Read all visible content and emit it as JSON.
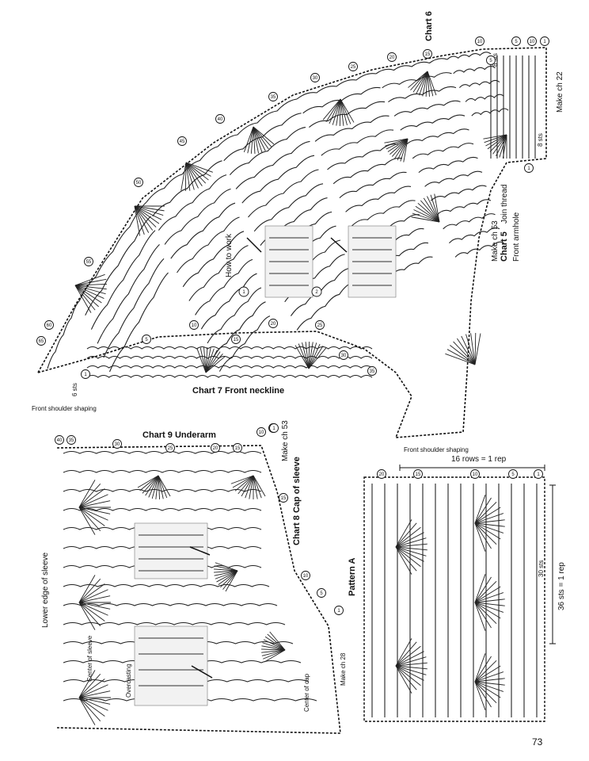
{
  "labels": {
    "chart6": "Chart 6",
    "make_ch_22": "Make ch 22",
    "sts_8_top": "8 sts",
    "sts_8_mid": "8 sts",
    "join_thread": "Join thread",
    "make_ch_53_a": "Make ch 53",
    "chart5": "Chart 5",
    "front_armhole": "Front armhole",
    "how_to_work": "How to work",
    "chart7_front_neckline": "Chart 7 Front neckline",
    "sts_6": "6 sts",
    "front_shoulder_shaping_left": "Front shoulder shaping",
    "front_shoulder_shaping_right": "Front shoulder shaping",
    "chart9_underarm": "Chart 9  Underarm",
    "make_ch_53_b": "Make ch 53",
    "chart8_cap_of_sleeve": "Chart 8 Cap of sleeve",
    "lower_edge_of_sleeve": "Lower edge of sleeve",
    "center_of_sleeve": "Center of sleeve",
    "overcasting": "Overcasting",
    "center_of_cap": "Center of cap",
    "make_ch_28": "Make ch 28",
    "pattern_a": "Pattern A",
    "rows_16_rep": "16 rows = 1 rep",
    "sts_36_rep": "36 sts = 1 rep",
    "sts_30": "30 sts",
    "page_number": "73"
  },
  "step_numbers": [
    "1",
    "2"
  ],
  "row_numbers": {
    "chart6": [
      "10",
      "5",
      "1",
      "15",
      "20",
      "25",
      "30",
      "35",
      "40",
      "45",
      "50",
      "55",
      "60",
      "65",
      "5",
      "10",
      "1"
    ],
    "chart7": [
      "1",
      "5",
      "10",
      "15",
      "20",
      "25",
      "30",
      "35"
    ],
    "chart9": [
      "40",
      "35",
      "30",
      "25",
      "20",
      "15",
      "10",
      "1"
    ],
    "chart8": [
      "1",
      "5",
      "10",
      "15",
      "1"
    ],
    "pattern_a": [
      "20",
      "15",
      "10",
      "5",
      "1"
    ]
  }
}
